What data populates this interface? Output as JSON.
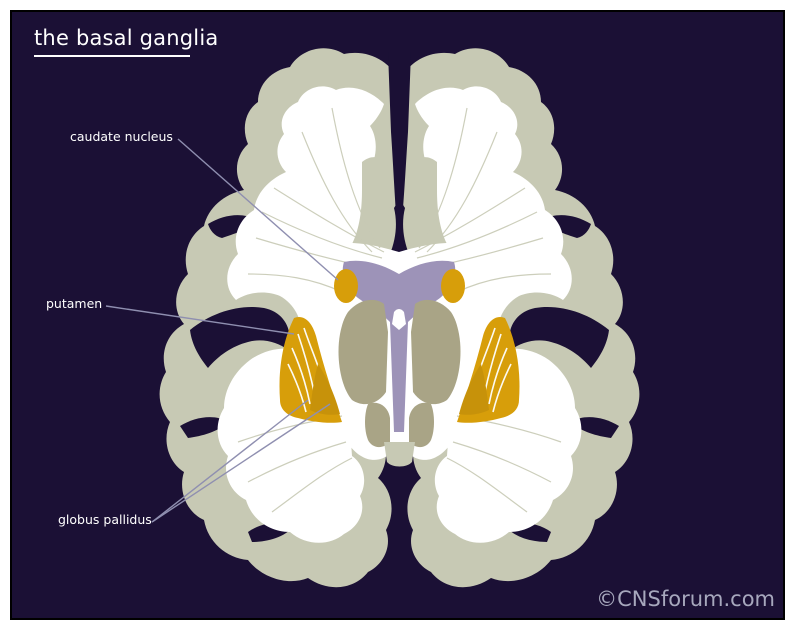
{
  "title": "the basal ganglia",
  "labels": {
    "caudate": "caudate nucleus",
    "putamen": "putamen",
    "globus": "globus pallidus"
  },
  "copyright": "©CNSforum.com",
  "colors": {
    "background": "#1b1035",
    "cortex_gray_matter": "#c7c9b4",
    "white_matter": "#ffffff",
    "caudate_putamen": "#d79e0a",
    "ventricle": "#9d93b8",
    "thalamus": "#a9a486",
    "leader_line": "#8f8fb0"
  }
}
